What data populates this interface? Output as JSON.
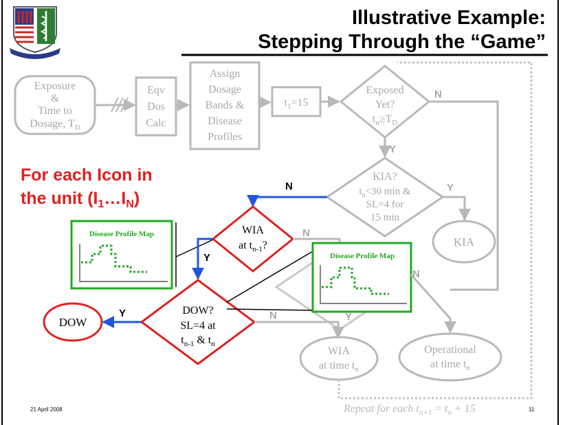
{
  "slide": {
    "title_line1": "Illustrative Example:",
    "title_line2": "Stepping Through the “Game”",
    "caption_line1": "For each Icon in",
    "caption_line2_prefix": "the unit (I",
    "caption_line2_sub1": "1",
    "caption_line2_mid": "…I",
    "caption_line2_subN": "N",
    "caption_line2_suffix": ")",
    "date": "21 April 2008",
    "page_number": "11",
    "footer_repeat": "Repeat for each t",
    "footer_repeat_sub1": "n+1",
    "footer_repeat_eq": " = t",
    "footer_repeat_sub2": "n",
    "footer_repeat_tail": " + 15",
    "colors": {
      "accent_red": "#e02020",
      "accent_green": "#22aa22",
      "accent_blue": "#2255dd",
      "faded_gray": "#b8b8b8"
    }
  },
  "nodes": {
    "exposure": {
      "l1": "Exposure",
      "l2": "&",
      "l3": "Time to",
      "l4": "Dosage, T",
      "l4_sub": "D"
    },
    "eqv": {
      "l1": "Eqv",
      "l2": "Dos",
      "l3": "Calc"
    },
    "assign": {
      "l1": "Assign",
      "l2": "Dosage",
      "l3": "Bands &",
      "l4": "Disease",
      "l5": "Profiles"
    },
    "t1": {
      "main": "t",
      "sub": "1",
      "tail": "=15"
    },
    "exposed": {
      "l1": "Exposed",
      "l2": "Yet?",
      "l3": "t",
      "l3_sub": "n",
      "l3_mid": "≥T",
      "l3_sub2": "D"
    },
    "kia_q": {
      "l1": "KIA?",
      "l2_a": "t",
      "l2_sub": "n",
      "l2_b": "<30 min &",
      "l3": "SL=4 for",
      "l4": "15 min"
    },
    "kia": {
      "label": "KIA"
    },
    "wia_q": {
      "l1": "WIA",
      "l2": "at t",
      "l2_sub": "n-1",
      "l2_q": "?"
    },
    "dow_q": {
      "l1": "DOW?",
      "l2": "SL=4 at",
      "l3_a": "t",
      "l3_sub1": "n-1",
      "l3_mid": " & t",
      "l3_sub2": "n"
    },
    "dow": {
      "label": "DOW"
    },
    "wia": {
      "l1": "WIA",
      "l2": "at time t",
      "l2_sub": "n"
    },
    "operational": {
      "l1": "Operational",
      "l2": "at time t",
      "l2_sub": "n"
    },
    "map1": {
      "label": "Disease Profile Map"
    },
    "map2": {
      "label": "Disease Profile Map"
    }
  },
  "edges": {
    "exposed_no": "N",
    "exposed_yes": "Y",
    "kia_no": "N",
    "kia_yes": "Y",
    "wia_no": "N",
    "wia_yes": "Y",
    "dow_yes": "Y",
    "dow_no": "N",
    "map2_no": "N",
    "map2_yes": "Y"
  }
}
